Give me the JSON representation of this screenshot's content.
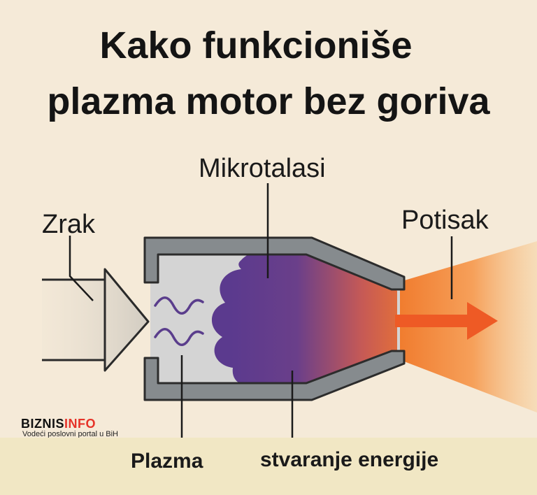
{
  "title": {
    "line1": "Kako funkcioniše",
    "line2": "plazma motor bez goriva"
  },
  "labels": {
    "intake": "Zrak",
    "microwaves": "Mikrotalasi",
    "thrust": "Potisak",
    "plasma": "Plazma",
    "energy": "stvaranje energije"
  },
  "logo": {
    "part1": "BIZNIS",
    "part2": "INFO",
    "tagline": "Vodeći poslovni portal u BiH"
  },
  "colors": {
    "background": "#f5ead8",
    "plasma_purple": "#5b3a8e",
    "exhaust_orange": "#f07a2c",
    "casing_gray": "#868b8e",
    "logo_red": "#e63329"
  }
}
